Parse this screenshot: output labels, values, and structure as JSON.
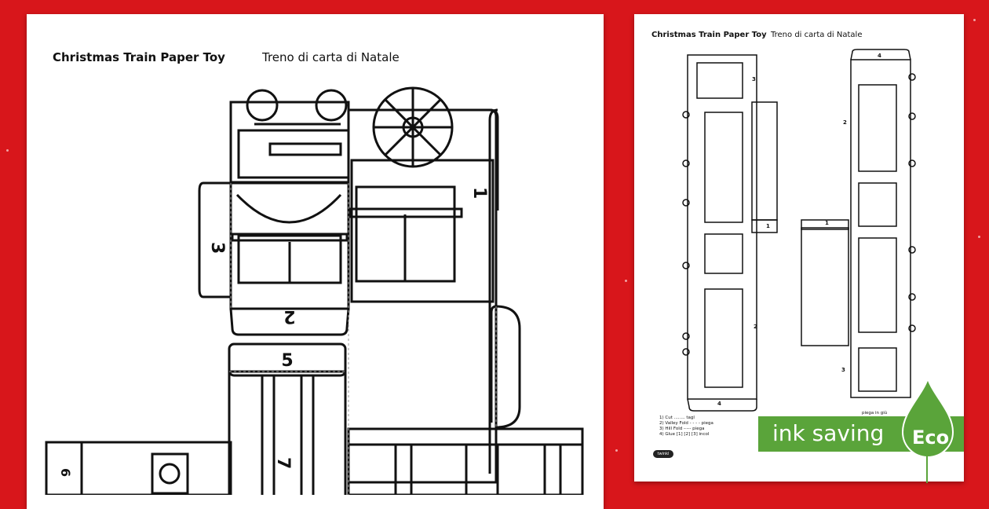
{
  "main_sheet": {
    "title": "Christmas Train Paper Toy",
    "subtitle": "Treno di carta di Natale",
    "panel_numbers": [
      "1",
      "2",
      "3",
      "5",
      "6",
      "7"
    ]
  },
  "preview_sheet": {
    "title": "Christmas Train Paper Toy",
    "subtitle": "Treno di carta di Natale",
    "panel_numbers": [
      "1",
      "1",
      "2",
      "2",
      "3",
      "3",
      "4",
      "4"
    ],
    "key": {
      "items": [
        "1) Cut",
        "2) Valley Fold",
        "3) Hill Fold",
        "4) Glue"
      ],
      "translations": [
        "tagl",
        "piega",
        "piega",
        "incol"
      ],
      "note": "piega in giù",
      "glue_marks": [
        "1",
        "2",
        "3"
      ]
    },
    "logo": "twinkl"
  },
  "badge": {
    "text": "ink saving",
    "label": "Eco",
    "color": "#5aa43a"
  },
  "colors": {
    "background": "#d8161b",
    "paper": "#ffffff",
    "line": "#111111"
  }
}
